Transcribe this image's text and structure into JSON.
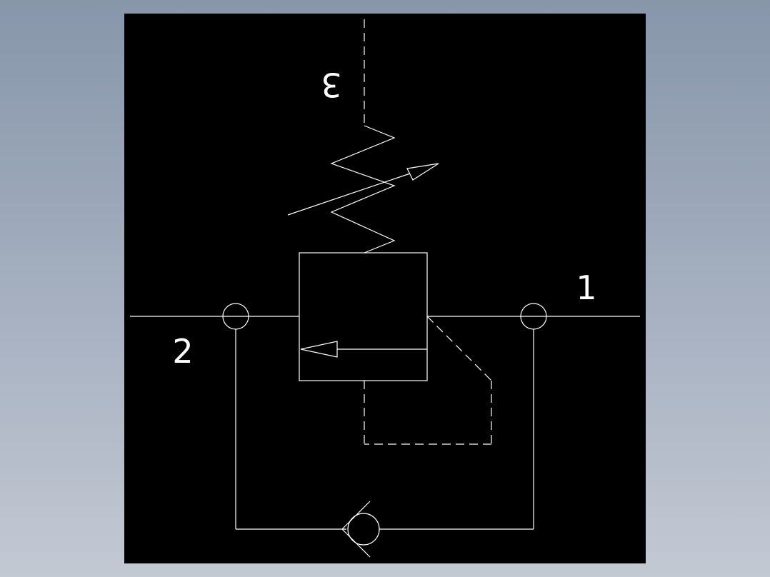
{
  "colors": {
    "background_top": "#8796aa",
    "background_bottom": "#c3c9d3",
    "canvas": "#000000",
    "stroke": "#ffffff"
  },
  "ports": {
    "port_1": "1",
    "port_2": "2",
    "port_3": "3"
  },
  "symbols": {
    "spring": "adjustable-spring-icon",
    "valve": "valve-body-icon",
    "check_valve": "check-valve-icon",
    "junction": "junction-circle-icon"
  }
}
